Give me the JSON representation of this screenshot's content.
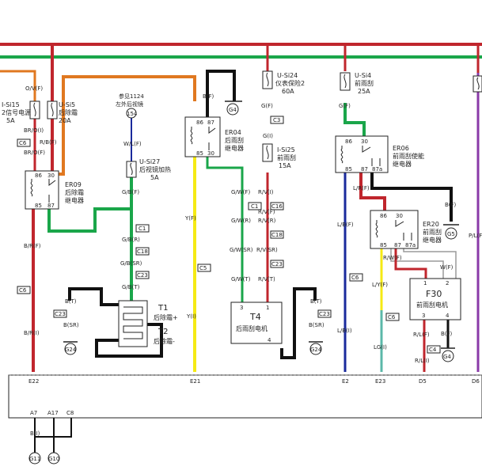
{
  "colors": {
    "red": "#c0262d",
    "green": "#1aa64a",
    "black": "#111111",
    "orange": "#e07820",
    "yellow": "#f5ea14",
    "blue": "#1a2a9c",
    "teal": "#5bb8a8",
    "purple": "#8a3aa8",
    "grey": "#9a9a9a"
  },
  "fuses": {
    "si15": {
      "id": "I-Si15",
      "desc": "2信号电源",
      "rating": "5A"
    },
    "si5": {
      "id": "U-Si5",
      "desc": "后除霜",
      "rating": "20A"
    },
    "si27": {
      "id": "U-Si27",
      "desc": "后视镜加热",
      "rating": "5A"
    },
    "si24": {
      "id": "U-Si24",
      "desc": "仪表保险2",
      "rating": "60A"
    },
    "si25": {
      "id": "I-Si25",
      "desc": "前雨刮",
      "rating": "15A"
    },
    "si4": {
      "id": "U-Si4",
      "desc": "前雨刮",
      "rating": "25A"
    }
  },
  "relays": {
    "er09": {
      "id": "ER09",
      "line1": "后除霜",
      "line2": "继电器",
      "pins": [
        "86",
        "30",
        "85",
        "87"
      ]
    },
    "er04": {
      "id": "ER04",
      "line1": "后雨刮",
      "line2": "继电器",
      "pins": [
        "86",
        "87",
        "85",
        "30"
      ]
    },
    "er06": {
      "id": "ER06",
      "line1": "前雨刮使能",
      "line2": "继电器",
      "pins": [
        "86",
        "30",
        "85",
        "87",
        "87a"
      ]
    },
    "er20": {
      "id": "ER20",
      "line1": "前雨刮",
      "line2": "继电器",
      "pins": [
        "86",
        "30",
        "85",
        "87",
        "87a"
      ]
    }
  },
  "components": {
    "t1": {
      "id": "T1",
      "name": "后除霜+"
    },
    "t2": {
      "id": "T2",
      "name": "后除霜-"
    },
    "t4": {
      "id": "T4",
      "name": "后雨刮电机",
      "pin_left": "3",
      "pin_right": "1",
      "pin_bottom": "4"
    },
    "f30": {
      "id": "F30",
      "name": "前雨刮电机",
      "pin1": "1",
      "pin2": "2",
      "pin3": "3",
      "pin4": "4"
    }
  },
  "reference": {
    "line1": "参见1124",
    "line2": "左外后视镜",
    "circle": "154"
  },
  "wires": {
    "ov": "O/V(F)",
    "bro_top": "BR/O(I)",
    "bro_bot": "BR/O(F)",
    "rb": "R/B(F)",
    "br": "B/R(F)",
    "bri": "B/R(I)",
    "bf_er04": "B(F)",
    "wl": "W/L(F)",
    "gb1": "G/B(F)",
    "gb2": "G/B(R)",
    "gb3": "G/B(SR)",
    "gb4": "G/B(T)",
    "yf": "Y(F)",
    "yi": "Y(I)",
    "gw1": "G/W(F)",
    "gw2": "G/W(R)",
    "gw3": "G/W(SR)",
    "gw4": "G/W(T)",
    "rv1": "R/V(I)",
    "rv2": "R/V(F)",
    "rv3": "R/V(R)",
    "rv4": "R/V(SR)",
    "rv5": "R/V(T)",
    "gf1": "G(F)",
    "gi": "G(I)",
    "gf2": "G(F)",
    "gf3": "G(F)",
    "lb1": "L/B(F)",
    "lb2": "L/B(F)",
    "lbi": "L/B(I)",
    "lrf": "L/R(F)",
    "ly": "L/Y(F)",
    "lgi": "LG(I)",
    "bf_g5": "B(F)",
    "bf_g4": "B(F)",
    "rw": "R/W(F)",
    "wf": "W(F)",
    "rlf": "R/L(F)",
    "rli": "R/L(I)",
    "plf": "P/L(F)",
    "bt1": "B(T)",
    "bsr1": "B(SR)",
    "bt2": "B(T)",
    "bsr2": "B(SR)",
    "bi": "B(I)"
  },
  "connectors": {
    "c6": "C6",
    "c1": "C1",
    "c18": "C18",
    "c23": "C23",
    "c5": "C5",
    "c3": "C3",
    "c16": "C16",
    "c4": "C4"
  },
  "grounds": {
    "g4": "G4",
    "g24": "G24",
    "g5": "G5",
    "g11": "G11",
    "g10": "G10"
  },
  "bottom_pins": {
    "e22": "E22",
    "e21": "E21",
    "e2": "E2",
    "e23": "E23",
    "d5": "D5",
    "d6": "D6",
    "a7": "A7",
    "a17": "A17",
    "c8": "C8"
  }
}
